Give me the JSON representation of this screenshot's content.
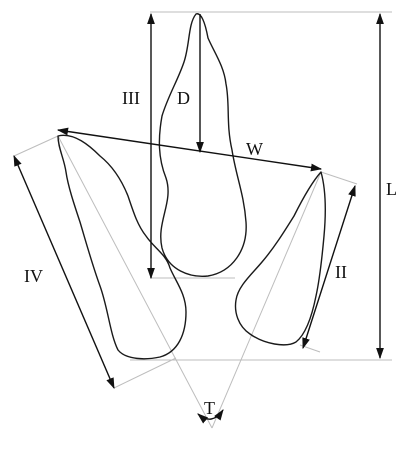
{
  "diagram": {
    "labels": {
      "digit_iii": "III",
      "depth": "D",
      "width": "W",
      "length": "L",
      "digit_iv": "IV",
      "digit_ii": "II",
      "divarication_angle": "T"
    },
    "colors": {
      "outline": "#1a1a1a",
      "dimension_lines": "#111111",
      "guide_lines": "#bdbdbd",
      "background": "#ffffff"
    }
  }
}
